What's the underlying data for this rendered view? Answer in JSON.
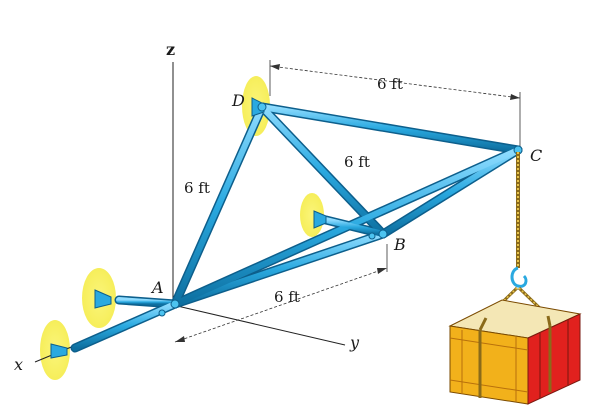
{
  "axes": {
    "x": "x",
    "y": "y",
    "z": "z"
  },
  "points": {
    "A": "A",
    "B": "B",
    "C": "C",
    "D": "D"
  },
  "dimensions": {
    "dc_span": "6 ft",
    "bd_span": "6 ft",
    "ad_span": "6 ft",
    "ab_span": "6 ft"
  },
  "colors": {
    "member": "#2aa9e0",
    "member_dark": "#0d5f8c",
    "support_glow": "#f6ee5a",
    "crate_red": "#e1211e",
    "crate_wood": "#f2b11b",
    "crate_top": "#f4e7b5"
  }
}
